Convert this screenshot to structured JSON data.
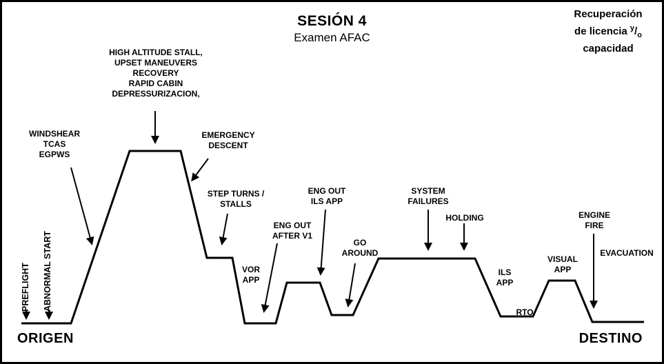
{
  "title": "SESIÓN 4",
  "subtitle": "Examen AFAC",
  "license_note": {
    "line1": "Recuperación",
    "line2_text": "de licencia ",
    "line2_sup": "y",
    "line2_slash": "/",
    "line2_sub": "o",
    "line3": "capacidad"
  },
  "endpoints": {
    "origin": "ORIGEN",
    "destination": "DESTINO"
  },
  "labels": {
    "preflight": "PREFLIGHT",
    "abnormal_start": "ABNORMAL START",
    "windshear": "WINDSHEAR\nTCAS\nEGPWS",
    "high_altitude": "HIGH ALTITUDE STALL,\nUPSET MANEUVERS\nRECOVERY\nRAPID CABIN\nDEPRESSURIZACION,",
    "emergency_descent": "EMERGENCY\nDESCENT",
    "step_turns": "STEP TURNS /\nSTALLS",
    "vor_app": "VOR\nAPP",
    "eng_out_v1": "ENG OUT\nAFTER V1",
    "eng_out_ils": "ENG OUT\nILS APP",
    "go_around": "GO\nAROUND",
    "system_failures": "SYSTEM\nFAILURES",
    "holding": "HOLDING",
    "ils_app": "ILS\nAPP",
    "rto": "RTO",
    "visual_app": "VISUAL\nAPP",
    "engine_fire": "ENGINE\nFIRE",
    "evacuation": "EVACUATION"
  },
  "colors": {
    "line": "#000000",
    "background": "#ffffff",
    "text": "#000000"
  }
}
